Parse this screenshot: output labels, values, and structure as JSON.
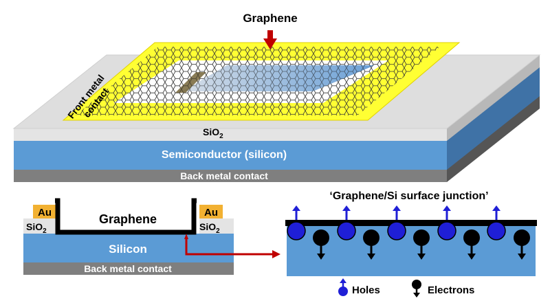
{
  "top": {
    "graphene_label": "Graphene",
    "front_contact_label_line1": "Front metal",
    "front_contact_label_line2": "contact",
    "sio2_label": "SiO",
    "sio2_subscript": "2",
    "semiconductor_label": "Semiconductor (silicon)",
    "back_contact_label": "Back metal contact"
  },
  "cross_section": {
    "au_left": "Au",
    "au_right": "Au",
    "sio2_left": "SiO",
    "sio2_left_sub": "2",
    "sio2_right": "SiO",
    "sio2_right_sub": "2",
    "graphene_label": "Graphene",
    "silicon_label": "Silicon",
    "back_contact_label": "Back metal contact"
  },
  "junction": {
    "title": "‘Graphene/Si surface junction’",
    "legend_holes": "Holes",
    "legend_electrons": "Electrons"
  },
  "colors": {
    "gold": "#f2b132",
    "yellow": "#ffff33",
    "silicon_blue": "#5b9bd5",
    "silicon_dark": "#3f72a6",
    "arrow_red": "#c00000",
    "hole_blue": "#1f1fd6",
    "electron_black": "#000000"
  }
}
